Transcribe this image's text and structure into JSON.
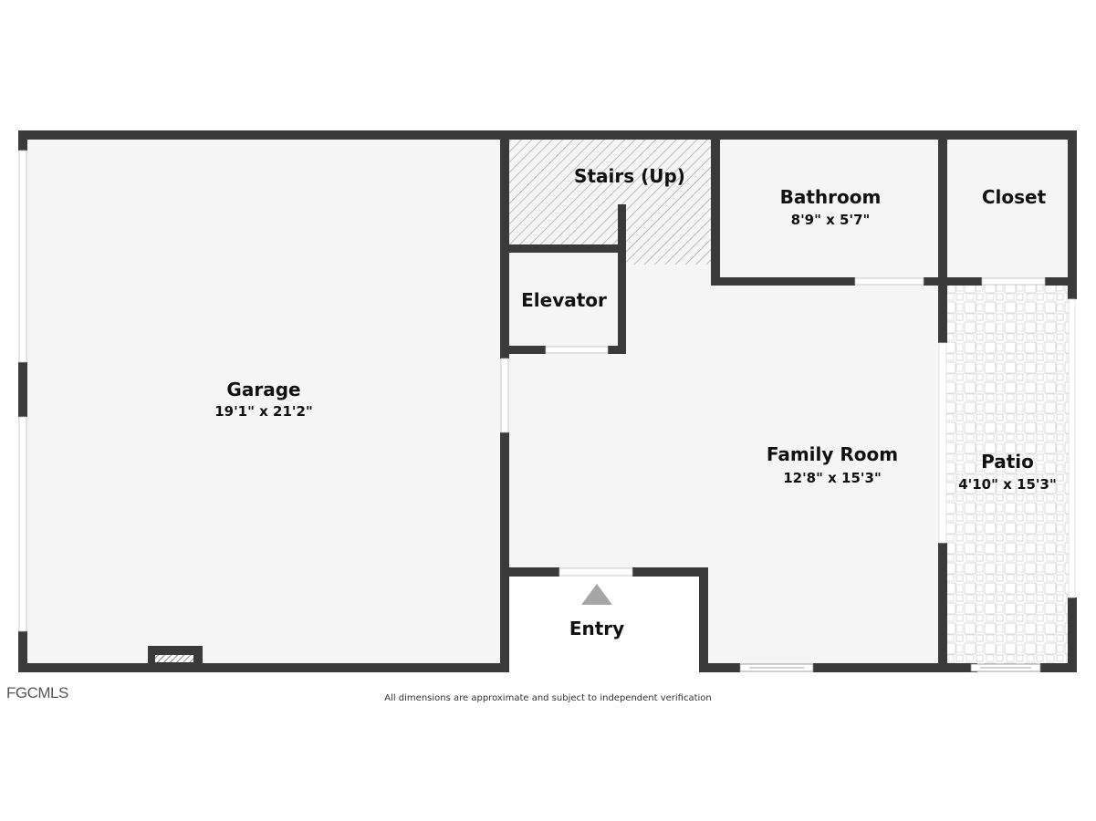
{
  "colors": {
    "wall": "#3a3a3a",
    "floor": "#f5f5f5",
    "background": "#ffffff",
    "opening": "#ffffff",
    "entry_arrow": "#a6a6a6",
    "hatch": "#9a9a9a",
    "tile": "#d8d8d8"
  },
  "rooms": {
    "garage": {
      "name": "Garage",
      "dims": "19'1\" x 21'2\""
    },
    "stairs": {
      "name": "Stairs (Up)"
    },
    "elevator": {
      "name": "Elevator"
    },
    "bathroom": {
      "name": "Bathroom",
      "dims": "8'9\" x 5'7\""
    },
    "closet": {
      "name": "Closet"
    },
    "family_room": {
      "name": "Family Room",
      "dims": "12'8\" x 15'3\""
    },
    "patio": {
      "name": "Patio",
      "dims": "4'10\" x 15'3\""
    },
    "entry": {
      "name": "Entry"
    }
  },
  "footer": {
    "brand": "FGCMLS",
    "disclaimer": "All dimensions are approximate and subject to independent verification"
  }
}
